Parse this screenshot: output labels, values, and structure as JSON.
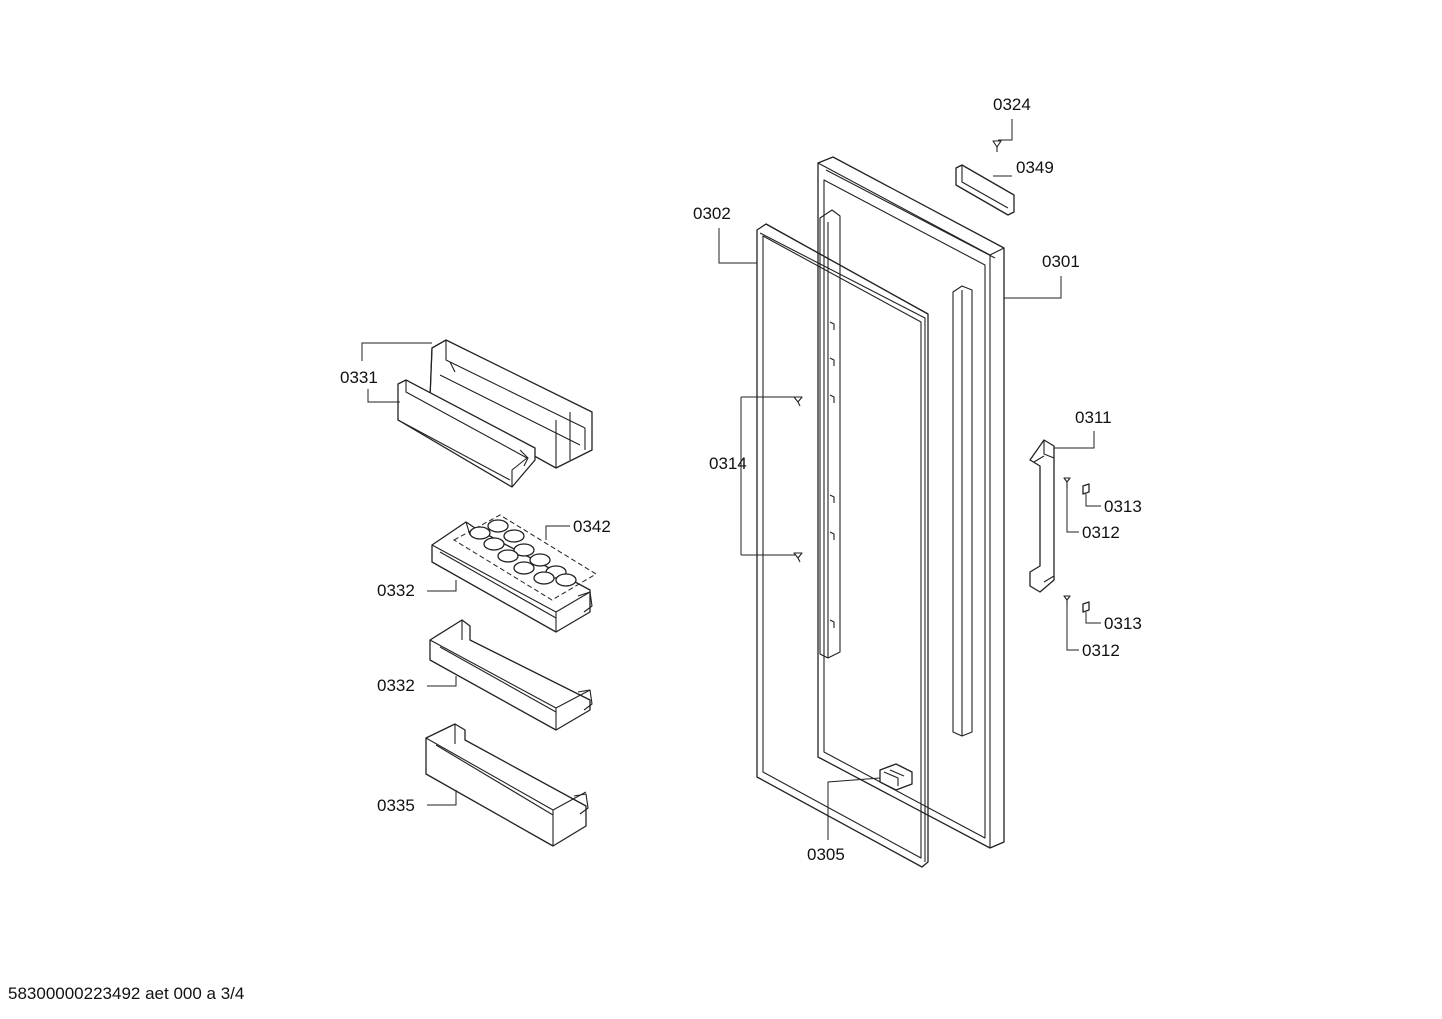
{
  "callouts": {
    "c0324": "0324",
    "c0349": "0349",
    "c0302": "0302",
    "c0301": "0301",
    "c0331": "0331",
    "c0311": "0311",
    "c0314": "0314",
    "c0313a": "0313",
    "c0312a": "0312",
    "c0342": "0342",
    "c0332a": "0332",
    "c0313b": "0313",
    "c0312b": "0312",
    "c0332b": "0332",
    "c0335": "0335",
    "c0305": "0305"
  },
  "footer": {
    "doc_ref": "58300000223492 aet 000 a 3/4"
  }
}
